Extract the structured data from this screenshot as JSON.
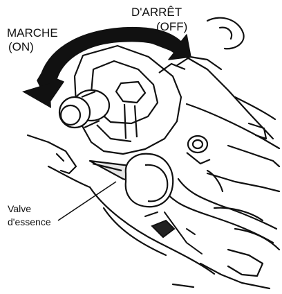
{
  "figure": {
    "labels": {
      "on_line1": "MARCHE",
      "on_line2": "(ON)",
      "off_line1": "D'ARRÊT",
      "off_line2": "(OFF)",
      "valve_line1": "Valve",
      "valve_line2": "d'essence"
    },
    "colors": {
      "ink": "#111111",
      "background": "#ffffff"
    }
  }
}
